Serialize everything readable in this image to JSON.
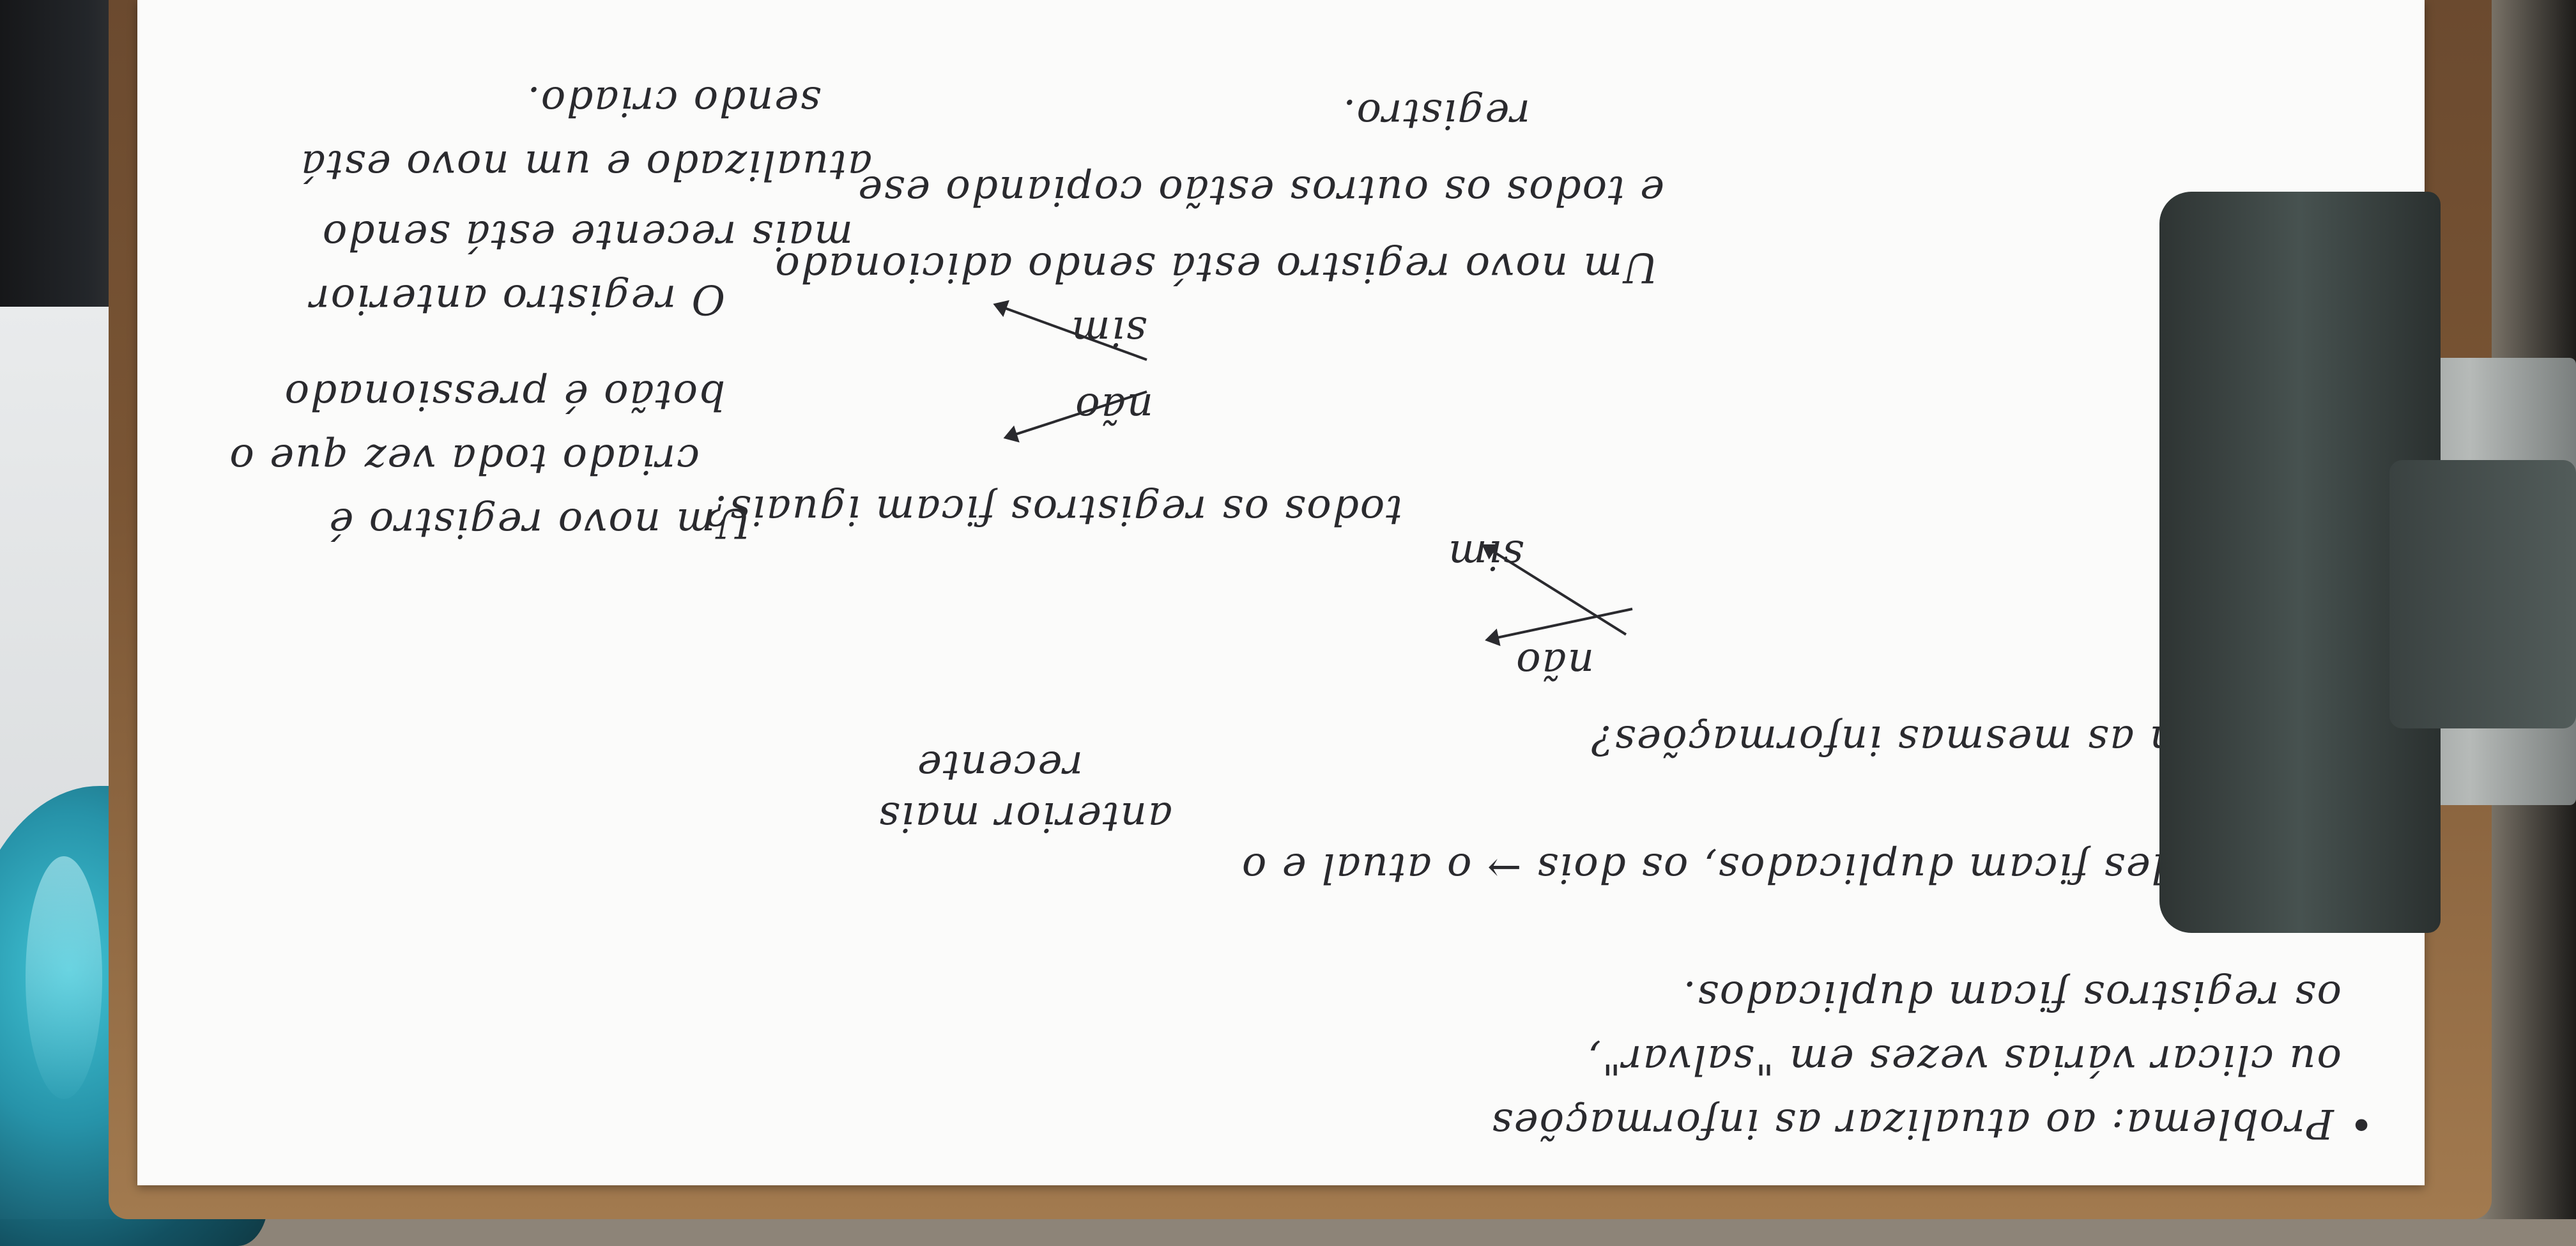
{
  "note": {
    "lines": [
      "• Problema: ao atualizar as informações",
      "ou clicar várias vezes em \"salvar\",",
      "os registros ficam duplicados.",
      "Quando eles ficam duplicados, os dois → o atual e o",
      "anterior mais",
      "recente",
      "ficam com as mesmas informações?",
      "não",
      "sim",
      "todos os registros ficam iguais?",
      "Um novo registro é",
      "criado toda vez que o",
      "botão é pressionado",
      "não",
      "sim",
      "O registro anterior",
      "mais recente está sendo",
      "atualizado e um novo está",
      "sendo criado.",
      "Um novo registro está sendo adicionado",
      "e todos os outros estão copiando ese",
      "registro."
    ]
  }
}
